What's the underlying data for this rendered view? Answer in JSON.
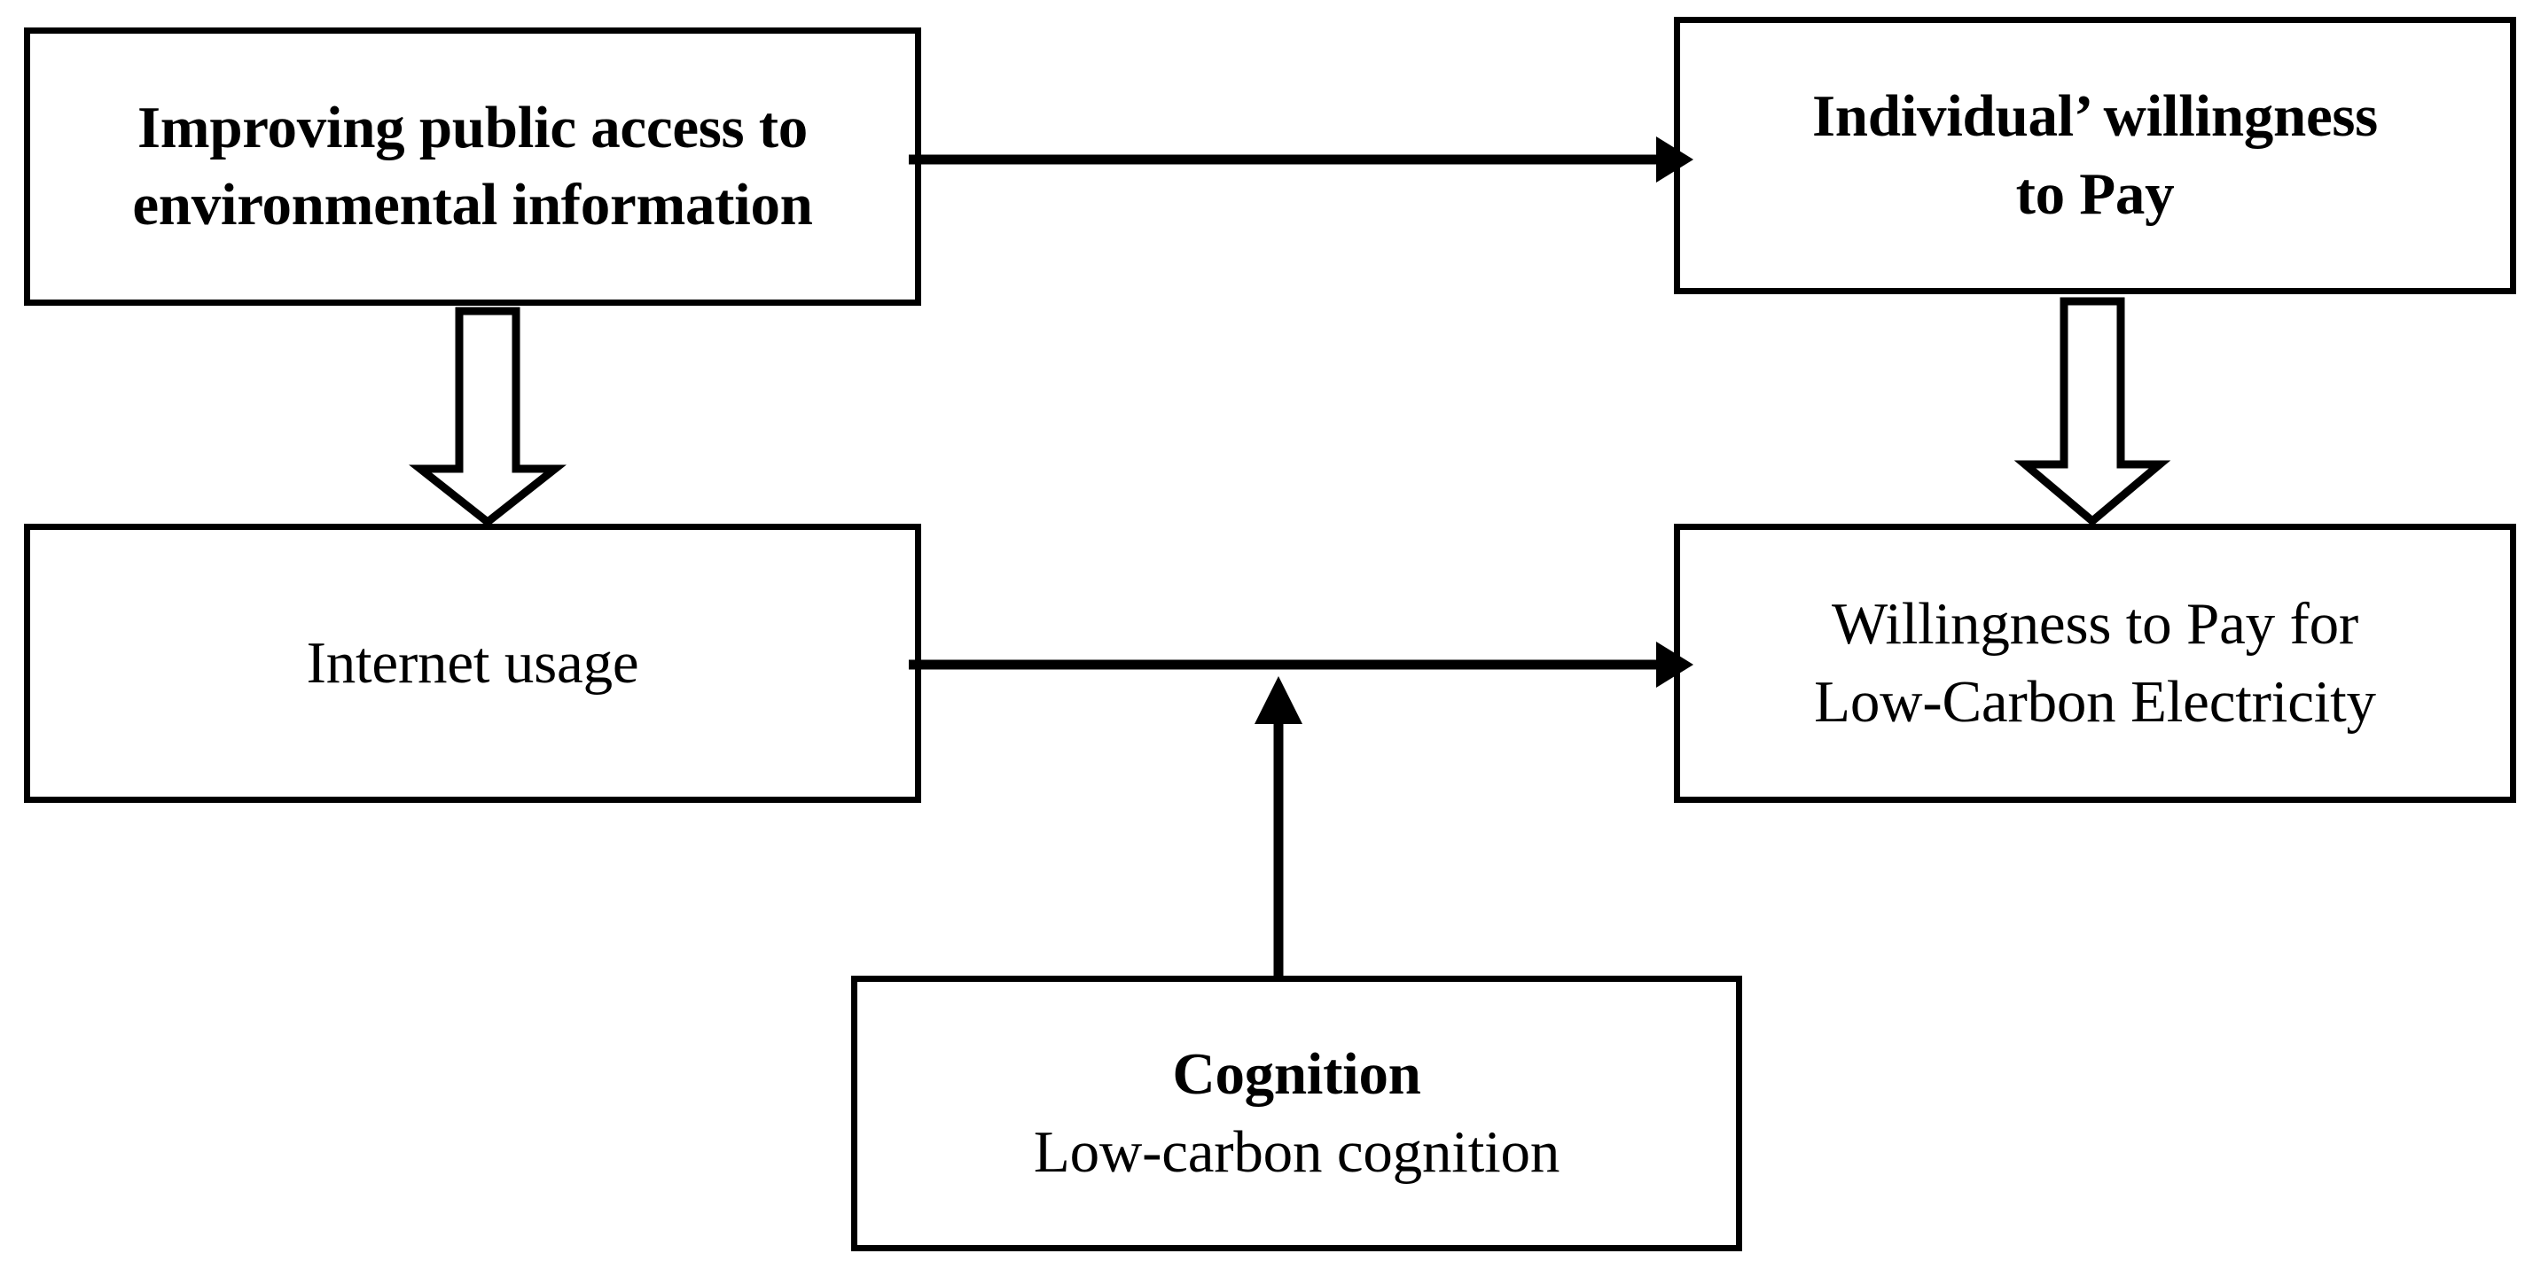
{
  "diagram": {
    "title": "Conceptual framework: public environmental information access, internet usage, cognition and willingness to pay for low-carbon electricity",
    "background_color": "#ffffff",
    "line_color": "#000000",
    "nodes": [
      {
        "id": "improving-access",
        "lines": [
          "Improving public access to",
          "environmental information"
        ],
        "line_styles": [
          "bold",
          "bold"
        ]
      },
      {
        "id": "individual-wtp",
        "lines": [
          "Individual’ willingness",
          "to Pay"
        ],
        "line_styles": [
          "bold",
          "bold"
        ]
      },
      {
        "id": "internet-usage",
        "lines": [
          "Internet usage"
        ],
        "line_styles": [
          "regular"
        ]
      },
      {
        "id": "wtp-lowcarbon",
        "lines": [
          "Willingness to Pay for",
          "Low-Carbon Electricity"
        ],
        "line_styles": [
          "regular",
          "regular"
        ]
      },
      {
        "id": "cognition",
        "lines": [
          "Cognition",
          "Low-carbon cognition"
        ],
        "line_styles": [
          "bold",
          "regular"
        ]
      }
    ],
    "connectors": [
      {
        "id": "access-to-wtp",
        "style": "solid-line-arrow",
        "direction": "right",
        "from": "improving-access",
        "to": "individual-wtp"
      },
      {
        "id": "access-to-internet",
        "style": "hollow-block-arrow",
        "direction": "down",
        "from": "improving-access",
        "to": "internet-usage"
      },
      {
        "id": "wtp-to-wtplc",
        "style": "hollow-block-arrow",
        "direction": "down",
        "from": "individual-wtp",
        "to": "wtp-lowcarbon"
      },
      {
        "id": "internet-to-wtplc",
        "style": "solid-line-arrow",
        "direction": "right",
        "from": "internet-usage",
        "to": "wtp-lowcarbon"
      },
      {
        "id": "cognition-to-link",
        "style": "solid-line-arrow",
        "direction": "up",
        "from": "cognition",
        "to": "internet-to-wtplc"
      }
    ]
  }
}
